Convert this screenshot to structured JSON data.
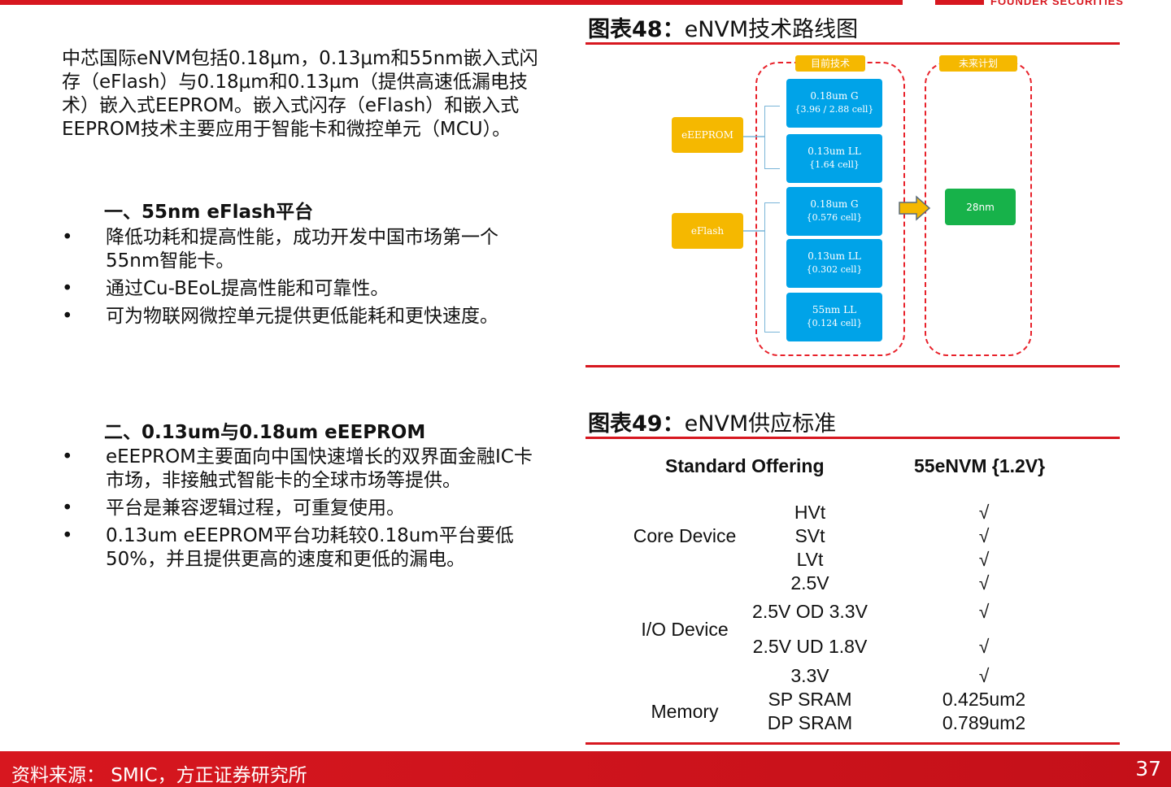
{
  "header": {
    "brand": "FOUNDER SECURITIES"
  },
  "left": {
    "intro": "中芯国际eNVM包括0.18μm，0.13μm和55nm嵌入式闪存（eFlash）与0.18μm和0.13μm（提供高速低漏电技术）嵌入式EEPROM。嵌入式闪存（eFlash）和嵌入式EEPROM技术主要应用于智能卡和微控单元（MCU）。",
    "section1": {
      "title": "一、55nm eFlash平台",
      "bullets": [
        "降低功耗和提高性能，成功开发中国市场第一个55nm智能卡。",
        "通过Cu-BEoL提高性能和可靠性。",
        "可为物联网微控单元提供更低能耗和更快速度。"
      ]
    },
    "section2": {
      "title": "二、0.13um与0.18um eEEPROM",
      "bullets": [
        "eEEPROM主要面向中国快速增长的双界面金融IC卡市场，非接触式智能卡的全球市场等提供。",
        "平台是兼容逻辑过程，可重复使用。",
        "0.13um eEEPROM平台功耗较0.18um平台要低50%，并且提供更高的速度和更低的漏电。"
      ]
    },
    "bullet_symbol": "•"
  },
  "fig48": {
    "label": "图表48：",
    "title": "eNVM技术路线图",
    "current_tag": "目前技术",
    "future_tag": "未来计划",
    "eeprom": "eEEPROM",
    "eflash": "eFlash",
    "nodes": [
      {
        "l1": "0.18um G",
        "l2": "{3.96 / 2.88 cell}"
      },
      {
        "l1": "0.13um LL",
        "l2": "{1.64 cell}"
      },
      {
        "l1": "0.18um G",
        "l2": "{0.576 cell}"
      },
      {
        "l1": "0.13um LL",
        "l2": "{0.302 cell}"
      },
      {
        "l1": "55nm LL",
        "l2": "{0.124 cell}"
      }
    ],
    "future_node": "28nm",
    "colors": {
      "blue": "#00a3e8",
      "yellow": "#f5b800",
      "green": "#17b24a",
      "red": "#e8212a"
    }
  },
  "fig49": {
    "label": "图表49：",
    "title": "eNVM供应标准",
    "col1": "Standard Offering",
    "col2": "55eNVM {1.2V}",
    "groups": {
      "core": "Core Device",
      "io": "I/O Device",
      "memory": "Memory"
    },
    "rows": [
      {
        "item": "HVt",
        "value": "√"
      },
      {
        "item": "SVt",
        "value": "√"
      },
      {
        "item": "LVt",
        "value": "√"
      },
      {
        "item": "2.5V",
        "value": "√"
      },
      {
        "item": "2.5V OD 3.3V",
        "value": "√"
      },
      {
        "item": "2.5V UD 1.8V",
        "value": "√"
      },
      {
        "item": "3.3V",
        "value": "√"
      },
      {
        "item": "SP SRAM",
        "value": "0.425um2"
      },
      {
        "item": "DP SRAM",
        "value": "0.789um2"
      }
    ]
  },
  "footer": {
    "source": "资料来源： SMIC，方正证券研究所",
    "page": "37"
  }
}
